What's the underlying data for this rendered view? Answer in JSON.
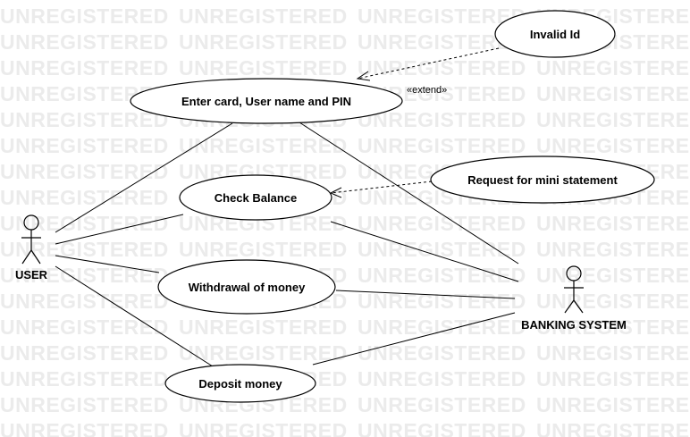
{
  "watermark": {
    "text": "UNREGISTERED",
    "color": "#ebebeb"
  },
  "actors": {
    "user": {
      "label": "USER"
    },
    "banking": {
      "label": "BANKING SYSTEM"
    }
  },
  "use_cases": {
    "invalid_id": "Invalid Id",
    "enter_card": "Enter card, User name and PIN",
    "check_balance": "Check Balance",
    "mini_statement": "Request for mini statement",
    "withdrawal": "Withdrawal of money",
    "deposit": "Deposit money"
  },
  "relationships": {
    "extend_label": "«extend»"
  }
}
